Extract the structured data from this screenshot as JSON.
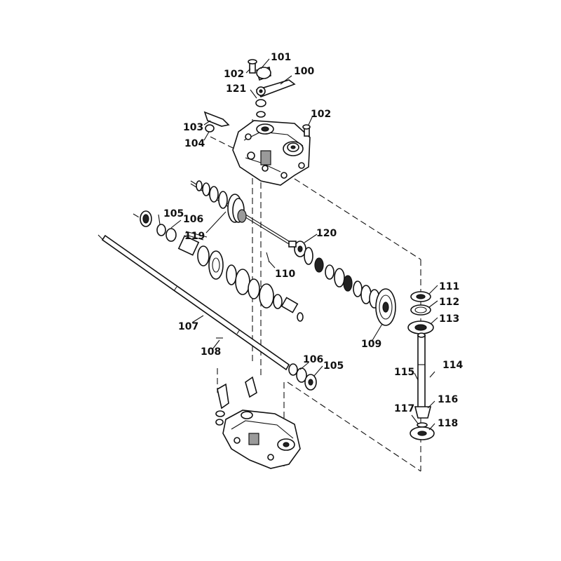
{
  "callouts": {
    "c100": "100",
    "c101": "101",
    "c102a": "102",
    "c102b": "102",
    "c103": "103",
    "c104": "104",
    "c105a": "105",
    "c105b": "105",
    "c106a": "106",
    "c106b": "106",
    "c107": "107",
    "c108": "108",
    "c109": "109",
    "c110": "110",
    "c111": "111",
    "c112": "112",
    "c113": "113",
    "c114": "114",
    "c115": "115",
    "c116": "116",
    "c117": "117",
    "c118": "118",
    "c119": "119",
    "c120": "120",
    "c121": "121"
  }
}
